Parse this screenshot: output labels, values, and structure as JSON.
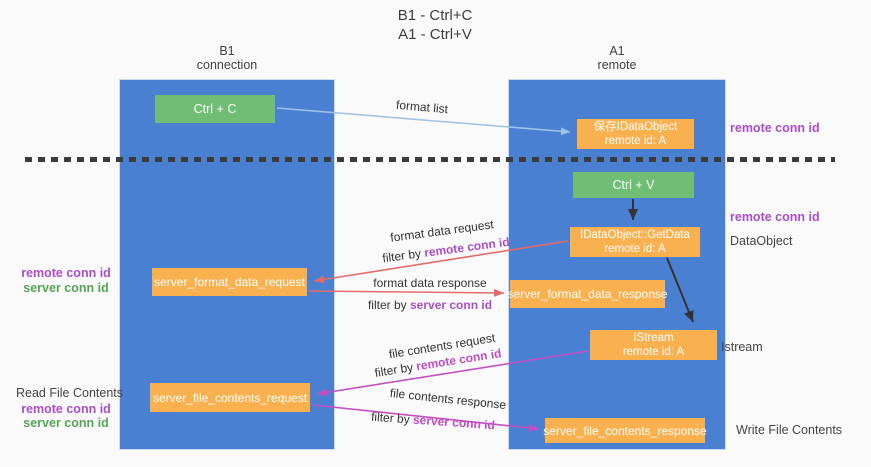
{
  "title": {
    "line1": "B1 - Ctrl+C",
    "line2": "A1 - Ctrl+V"
  },
  "lanes": {
    "left": {
      "name": "B1",
      "sub": "connection"
    },
    "right": {
      "name": "A1",
      "sub": "remote"
    }
  },
  "nodes": {
    "ctrl_c": {
      "label": "Ctrl + C"
    },
    "ctrl_v": {
      "label": "Ctrl + V"
    },
    "save_dataobject": {
      "line1": "保存IDataObject",
      "line2": "remote id: A"
    },
    "getdata": {
      "line1": "IDataObject::GetData",
      "line2": "remote id: A"
    },
    "istream": {
      "line1": "IStream",
      "line2": "remote id: A"
    },
    "server_format_data_request": {
      "label": "server_format_data_request"
    },
    "server_format_data_response": {
      "label": "server_format_data_response"
    },
    "server_file_contents_request": {
      "label": "server_file_contents_request"
    },
    "server_file_contents_response": {
      "label": "server_file_contents_response"
    }
  },
  "arrow_labels": {
    "format_list": "format list",
    "format_data_request": "format data request",
    "format_data_response": "format data response",
    "file_contents_request": "file contents request",
    "file_contents_response": "file contents response",
    "filter_by": "filter by",
    "remote_conn_id": "remote conn id",
    "server_conn_id": "server conn id"
  },
  "side_labels": {
    "remote_conn_id_top": "remote conn id",
    "remote_conn_id_mid": "remote conn id",
    "dataobject": "DataObject",
    "istream": "Istream",
    "write_file_contents": "Write File Contents",
    "read_file_contents": "Read File Contents",
    "left_remote_conn_id_1": "remote conn id",
    "left_server_conn_id_1": "server conn id",
    "left_remote_conn_id_2": "remote conn id",
    "left_server_conn_id_2": "server conn id"
  },
  "colors": {
    "lane_blue": "#4a80d2",
    "box_orange": "#f9b04e",
    "box_green": "#6fbe73",
    "purple_text": "#a94ec6",
    "green_text": "#53a653",
    "red_arrow": "#e56b6b",
    "magenta_arrow": "#c44fc4",
    "light_blue_arrow": "#9dc3e6",
    "black_arrow": "#333333",
    "background": "#fafafa"
  }
}
